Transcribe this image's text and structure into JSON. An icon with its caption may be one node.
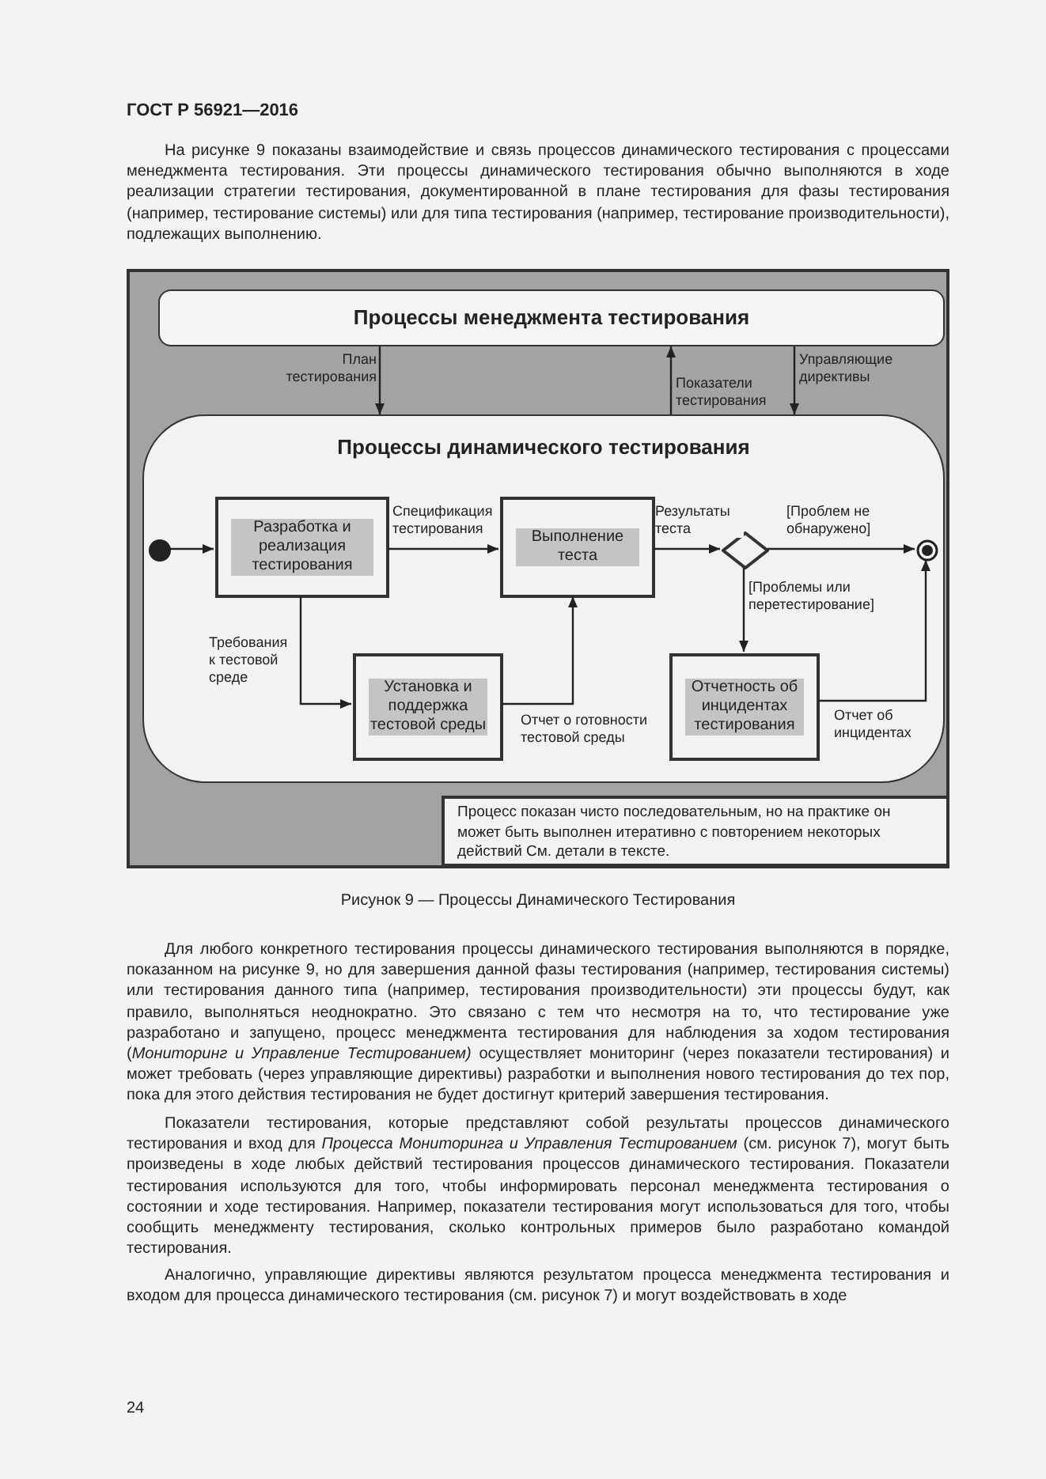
{
  "diagram": {
    "caption": "Рисунок 9 — Процессы Динамического Тестирования",
    "nodes": [
      {
        "text": [
          "Процессы менеджмента тестирования"
        ]
      },
      {
        "text": [
          "Процессы динамического тестирования"
        ]
      },
      {
        "text": [],
        "shape": "circle",
        "in": 1
      },
      {
        "text": [
          "Разработка и реализация тестирования"
        ],
        "in": 1
      },
      {
        "text": [
          "Выполнение теста"
        ],
        "in": 1
      },
      {
        "text": [],
        "shape": "diamond",
        "in": 1
      },
      {
        "text": [],
        "shape": "circle",
        "in": 1
      },
      {
        "text": [
          "Установка и поддержка тестовой среды"
        ],
        "in": 1
      },
      {
        "text": [
          "Отчетность об инцидентах тестирования"
        ],
        "in": 1
      },
      {
        "text": [
          "Процесс показан чисто последовательным, но на практике он может быть выполнен итеративно с повторением некоторых действий См. детали в тексте."
        ]
      }
    ],
    "edges": [
      {
        "from": 0,
        "to": 1,
        "arrow": "to",
        "label": "План тестирования"
      },
      {
        "from": 1,
        "to": 0,
        "arrow": "to",
        "label": "Показатели тестирования"
      },
      {
        "from": 0,
        "to": 1,
        "arrow": "to",
        "label": "Управляющие директивы"
      },
      {
        "from": 2,
        "to": 3,
        "arrow": "to"
      },
      {
        "from": 3,
        "to": 4,
        "arrow": "to",
        "label": "Спецификация тестирования"
      },
      {
        "from": 4,
        "to": 5,
        "arrow": "to",
        "label": "Результаты теста"
      },
      {
        "from": 5,
        "to": 6,
        "arrow": "to",
        "label": "[Проблем не обнаружено]"
      },
      {
        "from": 5,
        "to": 8,
        "arrow": "to",
        "label": "[Проблемы или перетестирование]"
      },
      {
        "from": 3,
        "to": 7,
        "arrow": "to",
        "label": "Требования к тестовой среде"
      },
      {
        "from": 7,
        "to": 4,
        "arrow": "to",
        "label": "Отчет о готовности тестовой среды"
      },
      {
        "from": 8,
        "to": 6,
        "arrow": "to",
        "label": "Отчет об инцидентах"
      }
    ],
    "labels": [
      "ГОСТ Р 56921—2016",
      "На рисунке 9 показаны взаимодействие и связь процессов динамического тестирования с процессами менеджмента тестирования. Эти процессы динамического тестирования обычно выполняются в ходе реализации стратегии тестирования, документированной в плане тестирования для фазы тестирования (например, тестирование системы) или для типа тестирования (например, тестирование производительности), подлежащих выполнению.",
      "Для любого конкретного тестирования процессы динамического тестирования выполняются в порядке, показанном на рисунке 9, но для завершения данной фазы тестирования (например, тестирования системы) или тестирования данного типа (например, тестирования производительности) эти процессы будут, как правило, выполняться неоднократно. Это связано с тем что несмотря на то, что тестирование уже разработано и запущено, процесс менеджмента тестирования для наблюдения за ходом тестирования (*Мониторинг и Управление Тестированием)* осуществляет мониторинг (через показатели тестирования) и может требовать (через управляющие директивы) разработки и выполнения нового тестирования до тех пор, пока для этого действия тестирования не будет достигнут критерий завершения тестирования.",
      "Показатели тестирования, которые представляют собой результаты процессов динамического тестирования и вход для *Процесса Мониторинга и Управления Тестированием* (см. рисунок 7), могут быть произведены в ходе любых действий тестирования процессов динамического тестирования. Показатели тестирования используются для того, чтобы информировать персонал менеджмента тестирования о состоянии и ходе тестирования. Например, показатели тестирования могут использоваться для того, чтобы сообщить менеджменту тестирования, сколько контрольных примеров было разработано командой тестирования.",
      "Аналогично, управляющие директивы являются результатом процесса менеджмента тестирования и входом для процесса динамического тестирования (см. рисунок 7) и могут воздействовать в ходе",
      "24"
    ]
  }
}
